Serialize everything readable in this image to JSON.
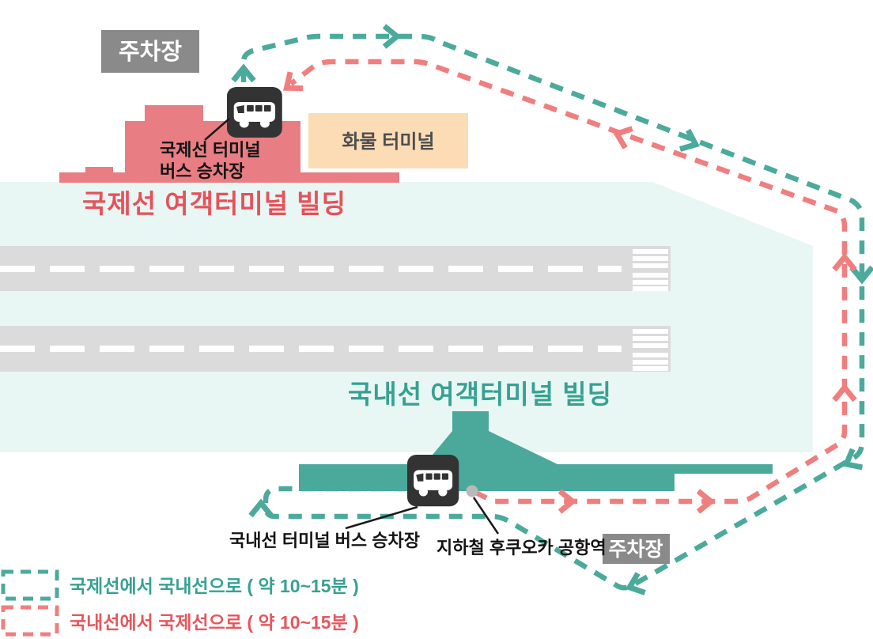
{
  "map_title_implicit": "",
  "labels": {
    "parking_top": "주차장",
    "parking_bottom": "주차장",
    "cargo_terminal": "화물 터미널",
    "intl_terminal_building": "국제선 여객터미널 빌딩",
    "intl_bus_stop_line1": "국제선 터미널",
    "intl_bus_stop_line2": "버스 승차장",
    "domestic_terminal_building": "국내선 여객터미널 빌딩",
    "domestic_bus_stop": "국내선 터미널 버스 승차장",
    "subway_station": "지하철 후쿠오카 공항역"
  },
  "legend": {
    "intl_to_domestic": "국제선에서 국내선으로 ( 약 10~15분 )",
    "domestic_to_intl": "국내선에서 국제선으로 ( 약 10~15분 )"
  },
  "icons": {
    "bus_stop_intl": "bus-icon",
    "bus_stop_domestic": "bus-icon",
    "subway_station_marker": "station-dot-icon"
  },
  "colors": {
    "route_teal": "#4BAA9C",
    "route_red": "#F17E7E",
    "terminal_intl_fill": "#E87E83",
    "terminal_domestic_fill": "#4BA99B",
    "tarmac_fill": "#E9F7F4",
    "runway_fill": "#DBDBDB",
    "parking_fill": "#8A8A8A",
    "cargo_fill": "#FBDCB5",
    "intl_text": "#E75159",
    "domestic_text": "#36A192",
    "legend_teal_text": "#36A192",
    "legend_red_text": "#E7565C",
    "bus_icon_bg": "#333333",
    "subway_dot": "#B9B9B9"
  }
}
